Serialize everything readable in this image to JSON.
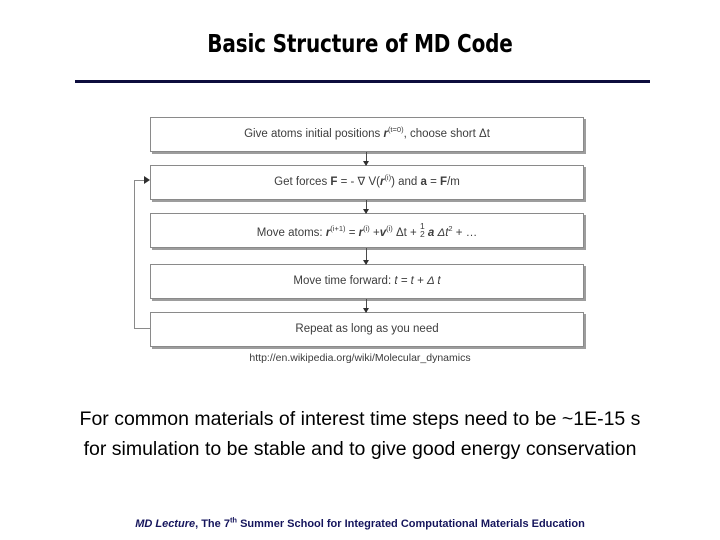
{
  "slide": {
    "title": "Basic Structure of MD Code",
    "rule_color": "#0d0d3d",
    "background_color": "#ffffff"
  },
  "flowchart": {
    "source_url": "http://en.wikipedia.org/wiki/Molecular_dynamics",
    "box_text_color": "#3d3d3d",
    "box_border_color": "#8a8a8a",
    "boxes": [
      {
        "id": "box1",
        "plain": "Give atoms initial positions r(t=0), choose short Δt",
        "prefix": "Give atoms initial positions ",
        "symbol": "r",
        "sup": "(t=0)",
        "suffix": ", choose short Δt"
      },
      {
        "id": "box2",
        "plain": "Get forces F = - ∇ V(r(i)) and a = F/m",
        "prefix": "Get forces ",
        "f1": "F",
        "mid1": " = - ∇  V(",
        "r": "r",
        "sup": "(i)",
        "mid2": ") and ",
        "a": "a",
        "mid3": " = ",
        "f2": "F",
        "suffix": "/m"
      },
      {
        "id": "box3",
        "plain": "Move atoms: r(i+1) = r(i) +v(i) Δt + ½ a Δt2 + …",
        "prefix": "Move atoms: ",
        "r1": "r",
        "sup1": "(i+1)",
        "eq": " = ",
        "r2": "r",
        "sup2": "(i)",
        "plus1": " +",
        "v": "v",
        "sup3": "(i)",
        "dt1": " Δt + ",
        "frac_num": "1",
        "frac_den": "2",
        "accel": " a ",
        "dt2": "Δt",
        "sup4": "2",
        "tail": " + …"
      },
      {
        "id": "box4",
        "plain": "Move time forward: t = t + Δ t",
        "prefix": "Move time forward: ",
        "expr": "t = t + Δ t"
      },
      {
        "id": "box5",
        "plain": "Repeat as long as you need",
        "prefix": "Repeat as long as you need"
      }
    ]
  },
  "body": {
    "line1": "For common materials of interest time steps need to be ~1E-15 s",
    "line2": "for simulation to be stable and to give good energy conservation"
  },
  "footer": {
    "lecture": "MD Lecture",
    "middle": ", The 7",
    "ordinal": "th",
    "tail": " Summer School for Integrated Computational Materials Education",
    "color": "#15155c"
  }
}
